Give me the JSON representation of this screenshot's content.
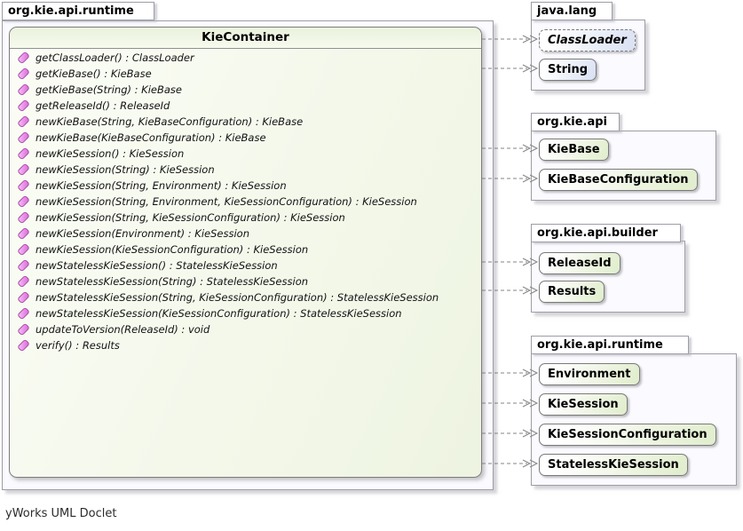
{
  "footer": "yWorks UML Doclet",
  "main_package": {
    "name": "org.kie.api.runtime",
    "class": {
      "name": "KieContainer",
      "methods": [
        "getClassLoader() : ClassLoader",
        "getKieBase() : KieBase",
        "getKieBase(String) : KieBase",
        "getReleaseId() : ReleaseId",
        "newKieBase(String, KieBaseConfiguration) : KieBase",
        "newKieBase(KieBaseConfiguration) : KieBase",
        "newKieSession() : KieSession",
        "newKieSession(String) : KieSession",
        "newKieSession(String, Environment) : KieSession",
        "newKieSession(String, Environment, KieSessionConfiguration) : KieSession",
        "newKieSession(String, KieSessionConfiguration) : KieSession",
        "newKieSession(Environment) : KieSession",
        "newKieSession(KieSessionConfiguration) : KieSession",
        "newStatelessKieSession() : StatelessKieSession",
        "newStatelessKieSession(String) : StatelessKieSession",
        "newStatelessKieSession(String, KieSessionConfiguration) : StatelessKieSession",
        "newStatelessKieSession(KieSessionConfiguration) : StatelessKieSession",
        "updateToVersion(ReleaseId) : void",
        "verify() : Results"
      ]
    }
  },
  "packages": [
    {
      "name": "java.lang",
      "classes": [
        {
          "label": "ClassLoader",
          "kind": "class",
          "abstract": true
        },
        {
          "label": "String",
          "kind": "class"
        }
      ]
    },
    {
      "name": "org.kie.api",
      "classes": [
        {
          "label": "KieBase",
          "kind": "interface"
        },
        {
          "label": "KieBaseConfiguration",
          "kind": "interface"
        }
      ]
    },
    {
      "name": "org.kie.api.builder",
      "classes": [
        {
          "label": "ReleaseId",
          "kind": "interface"
        },
        {
          "label": "Results",
          "kind": "interface"
        }
      ]
    },
    {
      "name": "org.kie.api.runtime",
      "classes": [
        {
          "label": "Environment",
          "kind": "interface"
        },
        {
          "label": "KieSession",
          "kind": "interface"
        },
        {
          "label": "KieSessionConfiguration",
          "kind": "interface"
        },
        {
          "label": "StatelessKieSession",
          "kind": "interface"
        }
      ]
    }
  ],
  "dependencies": [
    "ClassLoader",
    "String",
    "KieBase",
    "KieBaseConfiguration",
    "ReleaseId",
    "Results",
    "Environment",
    "KieSession",
    "KieSessionConfiguration",
    "StatelessKieSession"
  ],
  "colors": {
    "interface_fill": "#e2eecf",
    "class_fill": "#dbe2f4",
    "method_icon": "#ee82ee",
    "connector": "#848484"
  }
}
